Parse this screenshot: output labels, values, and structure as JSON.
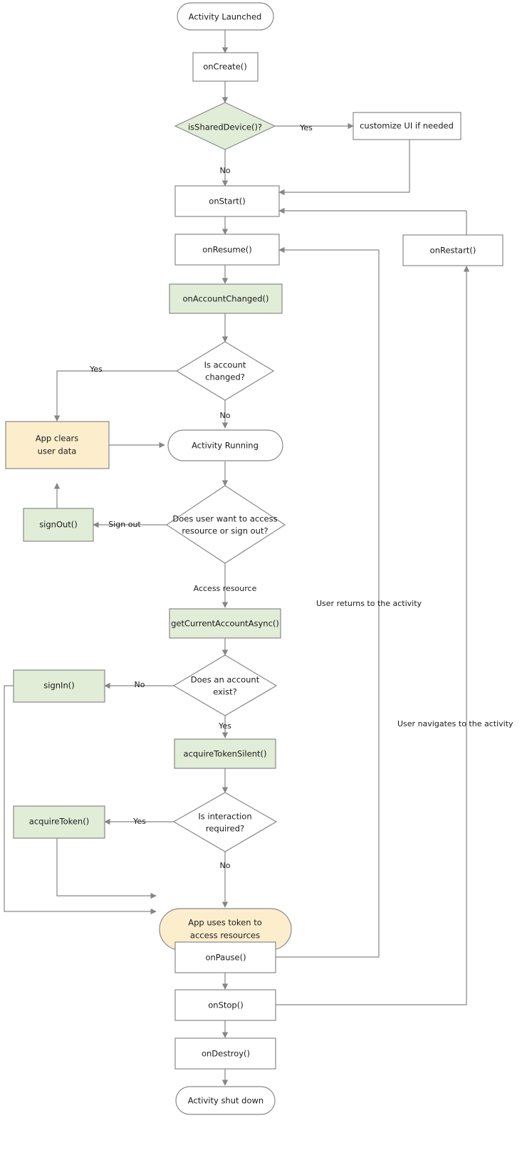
{
  "diagram": {
    "title": "Android MSAL activity lifecycle flowchart",
    "colors": {
      "green_fill": "#e1edd7",
      "tan_fill": "#fceecd",
      "plain_fill": "#ffffff",
      "stroke": "#888888",
      "edge": "#868686",
      "text": "#1a1a1a"
    },
    "nodes": [
      {
        "id": "activity_launched",
        "label": "Activity Launched",
        "shape": "stadium",
        "style": "plain"
      },
      {
        "id": "on_create",
        "label": "onCreate()",
        "shape": "rect",
        "style": "plain"
      },
      {
        "id": "is_shared_device",
        "label": "isSharedDevice()?",
        "shape": "diamond",
        "style": "green"
      },
      {
        "id": "customize_ui",
        "label": "customize UI if needed",
        "shape": "rect",
        "style": "plain"
      },
      {
        "id": "on_start",
        "label": "onStart()",
        "shape": "rect",
        "style": "plain"
      },
      {
        "id": "on_resume",
        "label": "onResume()",
        "shape": "rect",
        "style": "plain"
      },
      {
        "id": "on_restart",
        "label": "onRestart()",
        "shape": "rect",
        "style": "plain"
      },
      {
        "id": "on_account_changed",
        "label": "onAccountChanged()",
        "shape": "rect",
        "style": "green"
      },
      {
        "id": "is_account_changed",
        "label": "Is account changed?",
        "shape": "diamond",
        "style": "plain",
        "lines": [
          "Is account",
          "changed?"
        ]
      },
      {
        "id": "app_clears_data",
        "label": "App clears user data",
        "shape": "rect",
        "style": "tan",
        "lines": [
          "App clears",
          "user data"
        ]
      },
      {
        "id": "activity_running",
        "label": "Activity Running",
        "shape": "stadium",
        "style": "plain"
      },
      {
        "id": "sign_out",
        "label": "signOut()",
        "shape": "rect",
        "style": "green"
      },
      {
        "id": "access_or_signout",
        "label": "Does user want to access resource or sign out?",
        "shape": "diamond",
        "style": "plain",
        "lines": [
          "Does user want to access",
          "resource or sign out?"
        ]
      },
      {
        "id": "get_current_account",
        "label": "getCurrentAccountAsync()",
        "shape": "rect",
        "style": "green"
      },
      {
        "id": "account_exists",
        "label": "Does an account exist?",
        "shape": "diamond",
        "style": "plain",
        "lines": [
          "Does an account",
          "exist?"
        ]
      },
      {
        "id": "sign_in",
        "label": "signIn()",
        "shape": "rect",
        "style": "green"
      },
      {
        "id": "acquire_token_silent",
        "label": "acquireTokenSilent()",
        "shape": "rect",
        "style": "green"
      },
      {
        "id": "interaction_required",
        "label": "Is interaction required?",
        "shape": "diamond",
        "style": "plain",
        "lines": [
          "Is interaction",
          "required?"
        ]
      },
      {
        "id": "acquire_token",
        "label": "acquireToken()",
        "shape": "rect",
        "style": "green"
      },
      {
        "id": "app_uses_token",
        "label": "App uses token to access resources",
        "shape": "stadium",
        "style": "tan",
        "lines": [
          "App uses token to",
          "access resources"
        ]
      },
      {
        "id": "on_pause",
        "label": "onPause()",
        "shape": "rect",
        "style": "plain"
      },
      {
        "id": "on_stop",
        "label": "onStop()",
        "shape": "rect",
        "style": "plain"
      },
      {
        "id": "on_destroy",
        "label": "onDestroy()",
        "shape": "rect",
        "style": "plain"
      },
      {
        "id": "activity_shut_down",
        "label": "Activity shut down",
        "shape": "stadium",
        "style": "plain"
      }
    ],
    "edge_labels": [
      {
        "id": "yes_shared_device",
        "text": "Yes"
      },
      {
        "id": "no_shared_device",
        "text": "No"
      },
      {
        "id": "yes_account_changed",
        "text": "Yes"
      },
      {
        "id": "no_account_changed",
        "text": "No"
      },
      {
        "id": "sign_out_label",
        "text": "Sign out"
      },
      {
        "id": "access_resource",
        "text": "Access resource"
      },
      {
        "id": "no_account_exists",
        "text": "No"
      },
      {
        "id": "yes_account_exists",
        "text": "Yes"
      },
      {
        "id": "yes_interaction",
        "text": "Yes"
      },
      {
        "id": "no_interaction",
        "text": "No"
      },
      {
        "id": "user_returns",
        "text": "User returns to the activity"
      },
      {
        "id": "user_navigates",
        "text": "User navigates to the activity"
      }
    ]
  }
}
